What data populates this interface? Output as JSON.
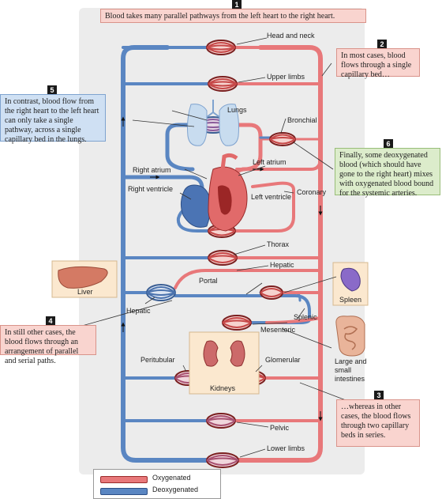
{
  "callouts": {
    "c1": {
      "number": "1",
      "text": "Blood takes many parallel pathways from the left heart to the right heart."
    },
    "c2": {
      "number": "2",
      "text": "In most cases, blood flows through a single capillary bed…"
    },
    "c3": {
      "number": "3",
      "text": "…whereas in other cases, the blood flows through two capillary beds in series."
    },
    "c4": {
      "number": "4",
      "text": "In still other cases, the blood flows through an arrangement of parallel and serial paths."
    },
    "c5": {
      "number": "5",
      "text": "In contrast, blood flow from the right heart to the left heart can only take a single pathway, across a single capillary bed in the lungs."
    },
    "c6": {
      "number": "6",
      "text": "Finally, some deoxygenated blood (which should have gone to the right heart) mixes with oxygenated blood bound for the systemic arteries."
    }
  },
  "labels": {
    "head_neck": "Head and neck",
    "upper_limbs": "Upper limbs",
    "lungs": "Lungs",
    "bronchial": "Bronchial",
    "right_atrium": "Right atrium",
    "left_atrium": "Left atrium",
    "right_ventricle": "Right ventricle",
    "left_ventricle": "Left ventricle",
    "coronary": "Coronary",
    "thorax": "Thorax",
    "hepatic_artery": "Hepatic",
    "portal": "Portal",
    "liver": "Liver",
    "hepatic_bed": "Hepatic",
    "spleen": "Spleen",
    "splenic": "Splenic",
    "mesenteric": "Mesenteric",
    "intestines": "Large and small intestines",
    "peritubular": "Peritubular",
    "glomerular": "Glomerular",
    "kidneys": "Kidneys",
    "pelvic": "Pelvic",
    "lower_limbs": "Lower limbs"
  },
  "legend": {
    "oxygenated": "Oxygenated",
    "deoxygenated": "Deoxygenated"
  },
  "colors": {
    "oxygenated": "#e8787a",
    "deoxygenated": "#5a86c2",
    "outline": "#7a1f1f",
    "pale_box": "#fbe8cf"
  },
  "icons": [
    "lungs-icon",
    "heart-icon",
    "liver-icon",
    "spleen-icon",
    "intestines-icon",
    "kidneys-icon"
  ]
}
